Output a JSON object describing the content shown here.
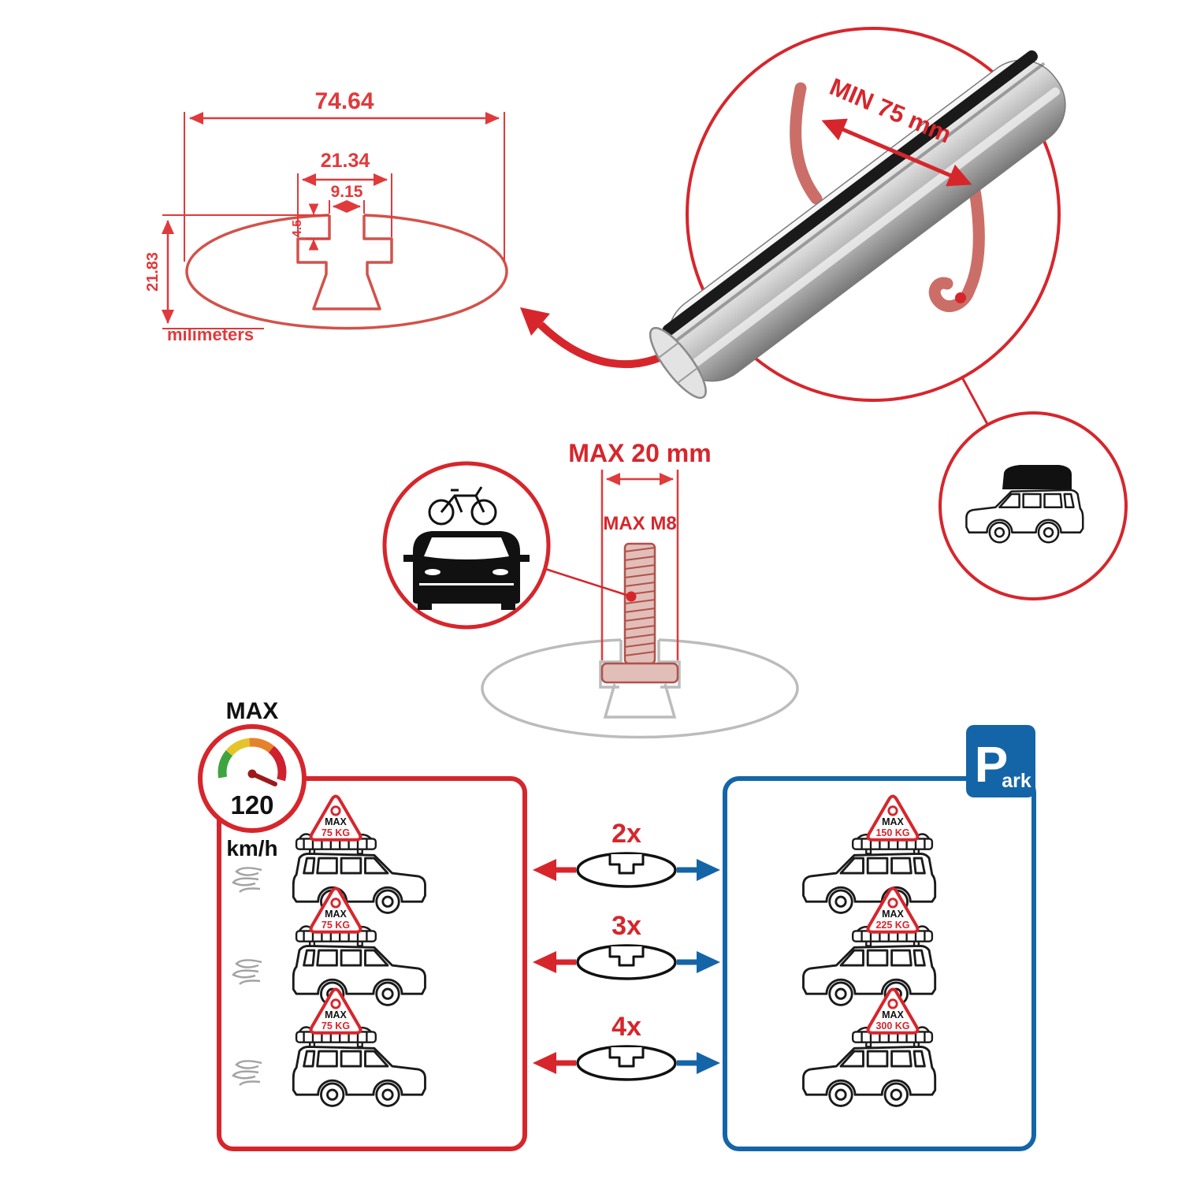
{
  "colors": {
    "accent_red": "#d6262c",
    "dimension_red": "#e03a3c",
    "profile_red": "#d2524a",
    "parking_blue": "#1465a8",
    "ghost_gray": "#bcbcbc",
    "line_black": "#1a1a1a",
    "gauge_green": "#3fa43f",
    "gauge_yellow": "#e5c42b",
    "gauge_orange": "#e5822b",
    "gauge_red": "#cf2030"
  },
  "cross_section": {
    "total_width": "74.64",
    "channel_width": "21.34",
    "slot_width": "9.15",
    "lip_height": "4.5",
    "total_height": "21.83",
    "units_label": "milimeters"
  },
  "crossbar_detail": {
    "min_span_label": "MIN 75 mm"
  },
  "mounting": {
    "head_width_label": "MAX 20 mm",
    "bolt_label": "MAX M8"
  },
  "speed_limit": {
    "title": "MAX",
    "value": "120",
    "unit": "km/h"
  },
  "parking_sign": {
    "letter": "P",
    "suffix": "ark"
  },
  "crossbar_counts": [
    "2x",
    "3x",
    "4x"
  ],
  "driving_cars": [
    {
      "badge_title": "MAX",
      "badge_value": "75 KG"
    },
    {
      "badge_title": "MAX",
      "badge_value": "75 KG"
    },
    {
      "badge_title": "MAX",
      "badge_value": "75 KG"
    }
  ],
  "parked_cars": [
    {
      "badge_title": "MAX",
      "badge_value": "150 KG"
    },
    {
      "badge_title": "MAX",
      "badge_value": "225 KG"
    },
    {
      "badge_title": "MAX",
      "badge_value": "300 KG"
    }
  ]
}
